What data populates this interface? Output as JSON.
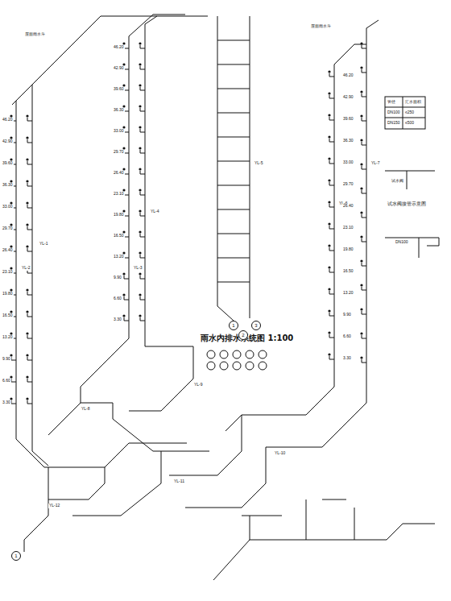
{
  "diagram": {
    "nodes": [
      {
        "text": [
          "1"
        ]
      },
      {
        "text": [
          "2"
        ]
      },
      {
        "text": [
          "3"
        ]
      },
      {
        "text": [
          "1"
        ]
      }
    ],
    "labels": [
      "雨水内排水系统图 1:100",
      "试水阀接管示意图",
      "屋面雨水斗",
      "屋面雨水斗",
      "YL-1",
      "YL-2",
      "YL-3",
      "YL-4",
      "YL-5",
      "YL-6",
      "YL-7",
      "YL-8",
      "YL-9",
      "YL-10",
      "YL-11",
      "YL-12",
      "管径",
      "汇水面积",
      "DN100",
      "≤250",
      "DN150",
      "≤500",
      "试水阀",
      "DN100",
      "46.20",
      "42.90",
      "39.60",
      "36.30",
      "33.00",
      "29.70",
      "26.40",
      "23.10",
      "19.80",
      "16.50",
      "13.20",
      "9.90",
      "6.60",
      "3.30",
      "46.20",
      "42.90",
      "39.60",
      "36.30",
      "33.00",
      "29.70",
      "26.40",
      "23.10",
      "19.80",
      "16.50",
      "13.20",
      "9.90",
      "6.60",
      "3.30",
      "46.20",
      "42.90",
      "39.60",
      "36.30",
      "33.00",
      "29.70",
      "26.40",
      "23.10",
      "19.80",
      "16.50",
      "13.20",
      "9.90",
      "6.60",
      "3.30"
    ]
  }
}
